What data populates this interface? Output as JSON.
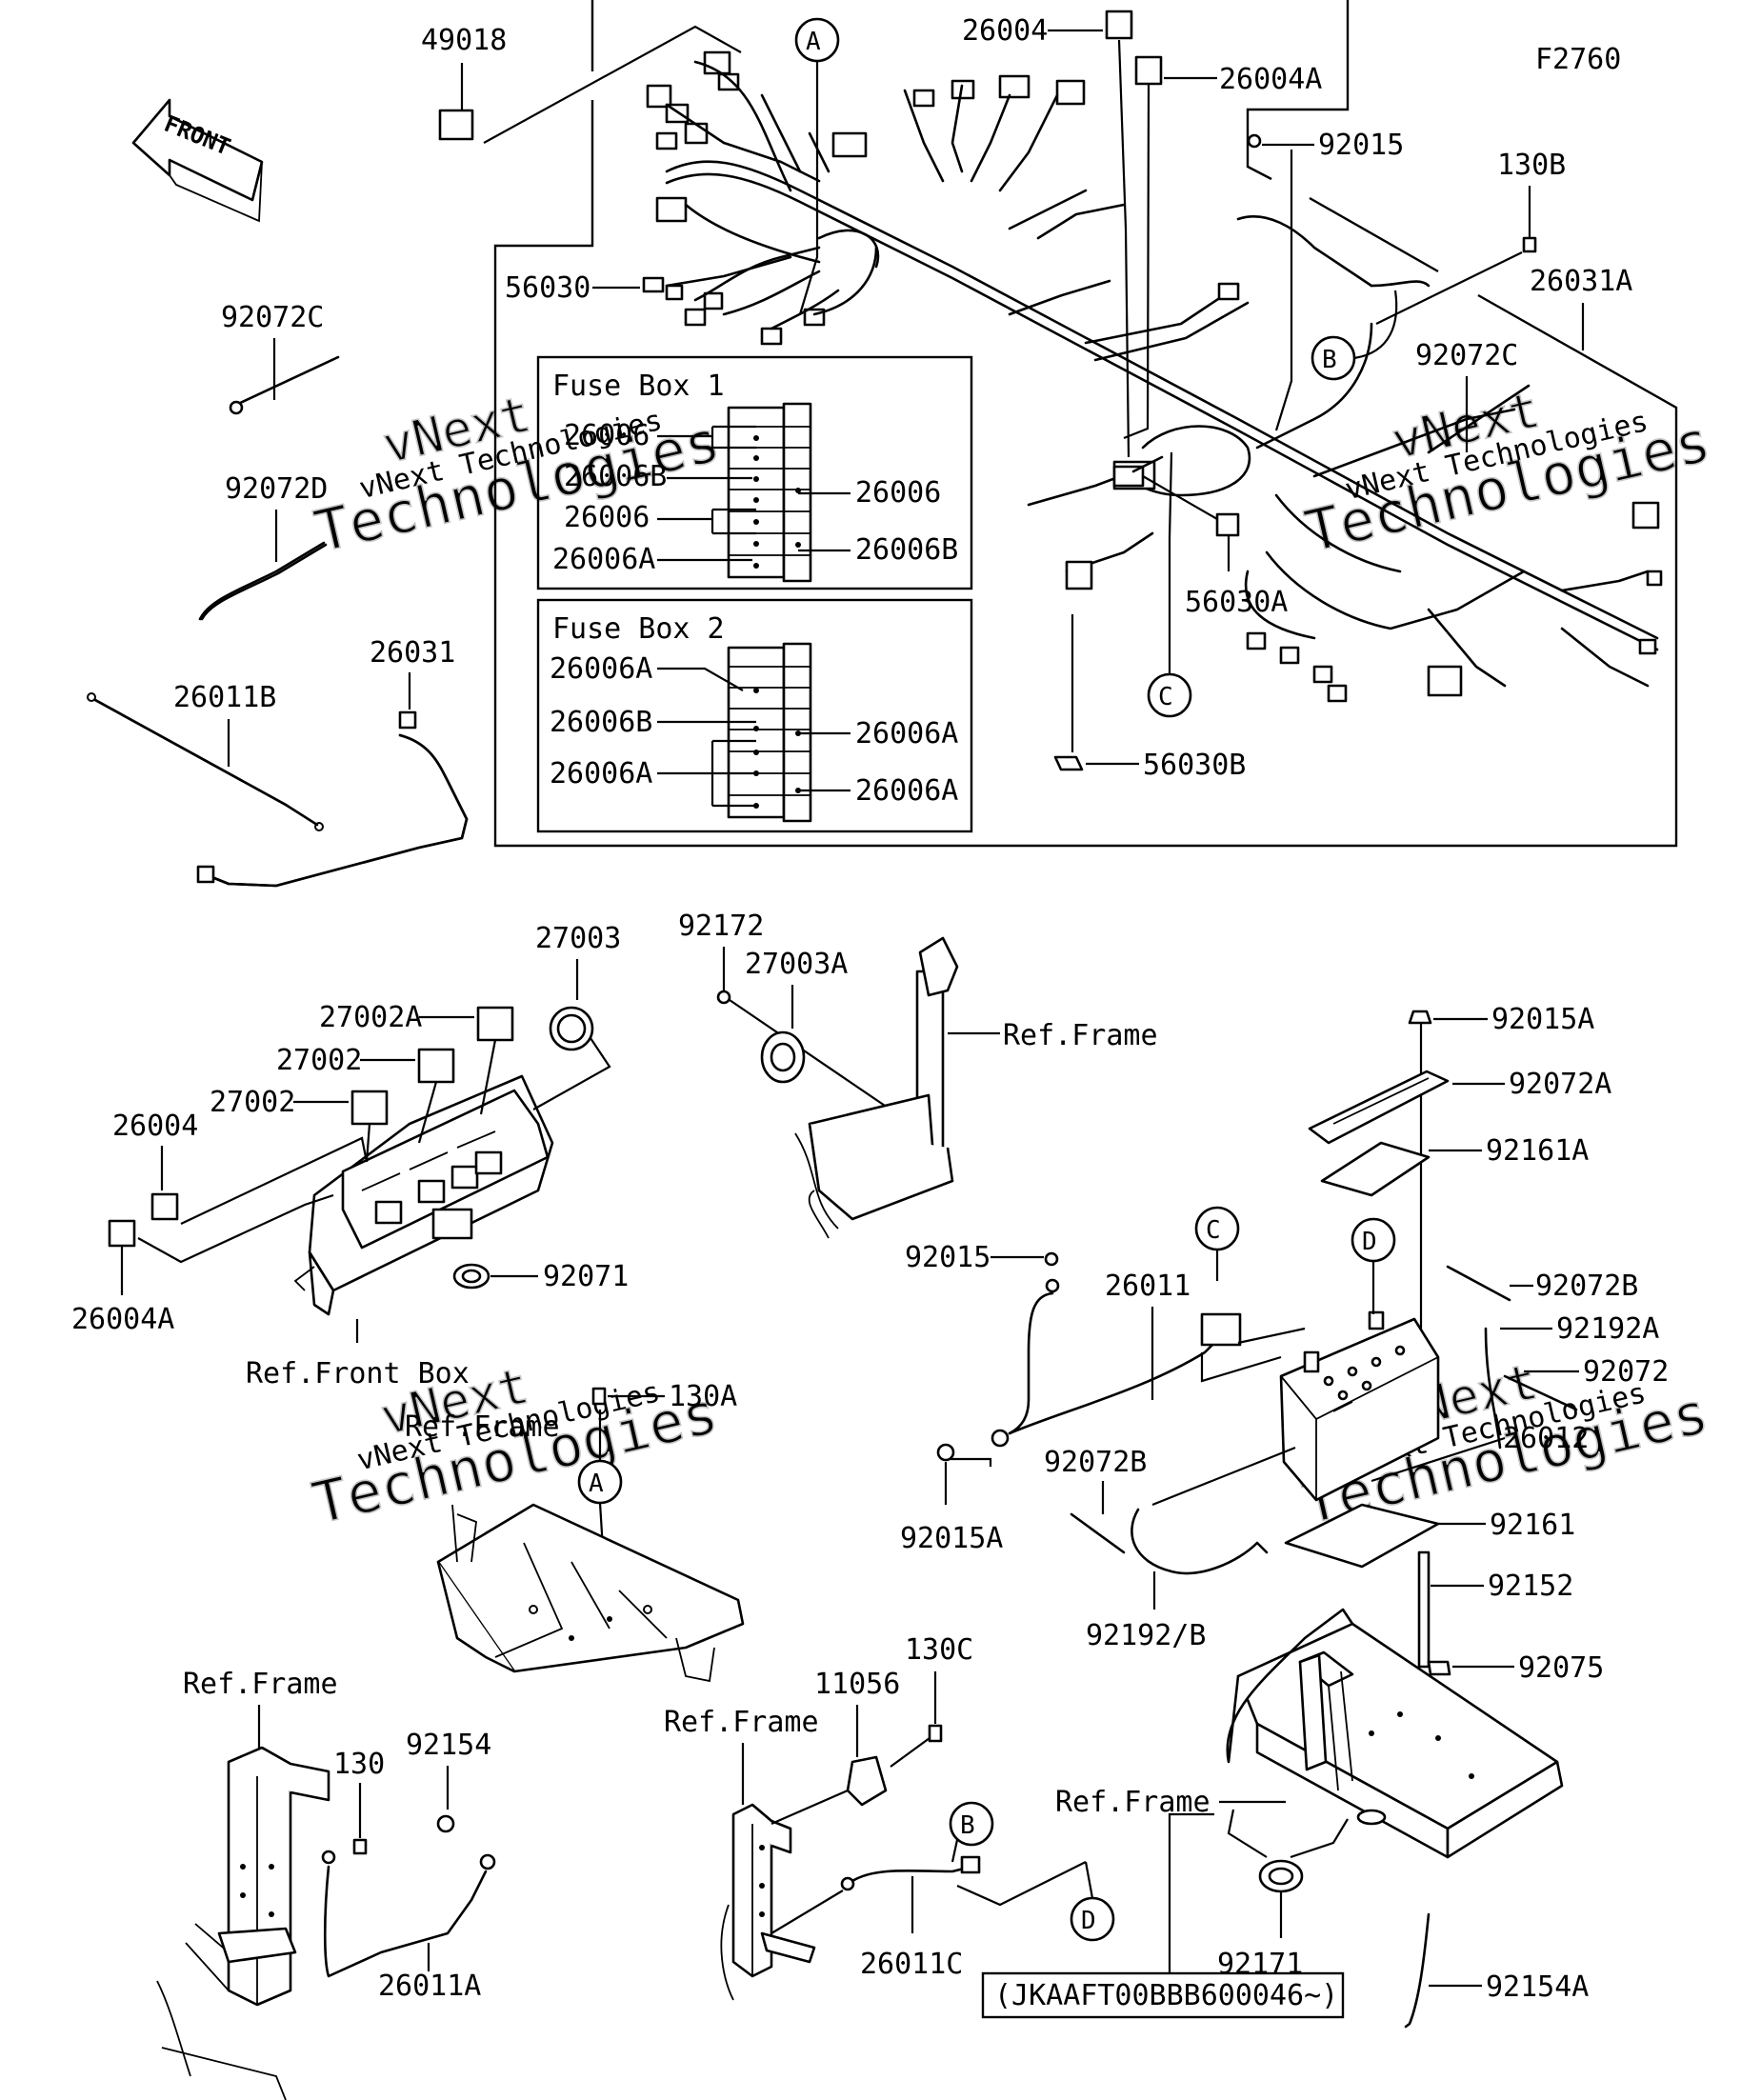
{
  "diagram_code": "F2760",
  "front_arrow_text": "FRONT",
  "watermark": {
    "line1": "vNext",
    "line2": "Technologies",
    "full": "vNext Technologies"
  },
  "fuse_box_1": {
    "title": "Fuse Box 1",
    "labels": [
      "26006",
      "26006B",
      "26006",
      "26006A",
      "26006",
      "26006B"
    ]
  },
  "fuse_box_2": {
    "title": "Fuse Box 2",
    "labels": [
      "26006A",
      "26006B",
      "26006A",
      "26006A",
      "26006A"
    ]
  },
  "callouts": [
    "A",
    "B",
    "C",
    "D"
  ],
  "ref_labels": [
    "Ref.Frame",
    "Ref.Front Box",
    "Ref.Frame",
    "Ref.Frame",
    "Ref.Frame",
    "Ref.Frame"
  ],
  "serial_note": "(JKAAFT00BBB600046~)",
  "parts": [
    "49018",
    "26004",
    "26004A",
    "92015",
    "130B",
    "26031A",
    "56030",
    "92072C",
    "92072C",
    "92072D",
    "26031",
    "26011B",
    "56030A",
    "56030B",
    "27003",
    "92172",
    "27003A",
    "27002A",
    "27002",
    "27002",
    "26004",
    "26004A",
    "92071",
    "92015A",
    "92072A",
    "92161A",
    "92072B",
    "92192A",
    "92072",
    "26012",
    "92161",
    "92152",
    "92075",
    "92015",
    "26011",
    "92015A",
    "92072B",
    "92192/B",
    "130A",
    "130C",
    "11056",
    "130",
    "92154",
    "26011A",
    "26011C",
    "92171",
    "92154A"
  ]
}
